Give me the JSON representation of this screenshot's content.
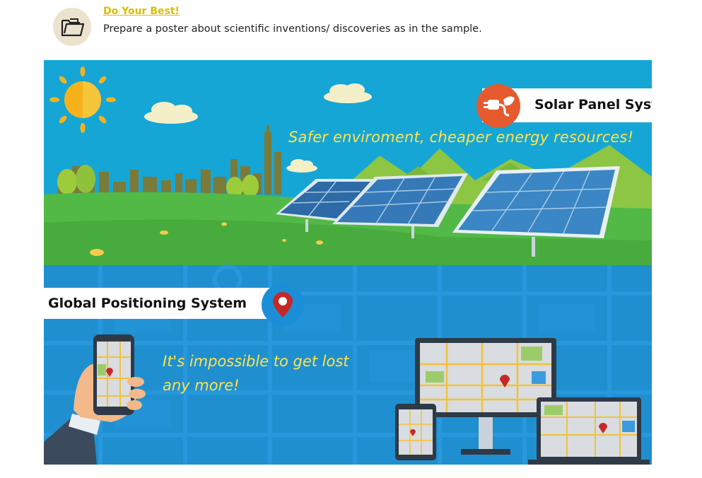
{
  "task": {
    "icon": "open-folder-icon",
    "title": "Do Your Best!",
    "instruction": "Prepare a poster about scientific inventions/ discoveries as in the sample."
  },
  "poster": {
    "solar": {
      "title": "Solar Panel System",
      "tagline": "Safer enviroment, cheaper energy resources!",
      "icon": "plug-leaf-icon",
      "badge_color": "#e65a2e"
    },
    "gps": {
      "title": "Global Positioning System",
      "tagline_line1": "It's impossible to get lost",
      "tagline_line2": "any more!",
      "icon": "map-pin-icon",
      "badge_color": "#1a8fd8"
    },
    "colors": {
      "sky": "#16a6d6",
      "grass": "#52b947",
      "map_blue": "#1f8fd0",
      "tagline_yellow": "#ffe34a"
    }
  }
}
